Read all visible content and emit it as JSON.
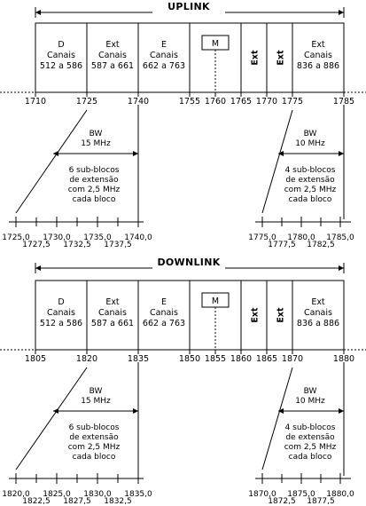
{
  "sections": [
    {
      "title": "UPLINK",
      "blocks": [
        {
          "name": "D",
          "line2": "Canais",
          "line3": "512 a 586"
        },
        {
          "name": "Ext",
          "line2": "Canais",
          "line3": "587 a 661"
        },
        {
          "name": "E",
          "line2": "Canais",
          "line3": "662 a 763"
        },
        {
          "name": "M"
        },
        {
          "name": "Ext"
        },
        {
          "name": "Ext"
        },
        {
          "name": "Ext",
          "line2": "Canais",
          "line3": "836 a 886"
        }
      ],
      "freq_ticks": [
        "1710",
        "1725",
        "1740",
        "1755",
        "1760",
        "1765",
        "1770",
        "1775",
        "1785"
      ],
      "left_detail": {
        "bw_label": "BW",
        "bw_value": "15 MHz",
        "desc": [
          "6 sub-blocos",
          "de extensão",
          "com 2,5 MHz",
          "cada bloco"
        ],
        "top_ticks": [
          "1725,0",
          "1730,0",
          "1735,0",
          "1740,0"
        ],
        "bottom_ticks": [
          "1727,5",
          "1732,5",
          "1737,5"
        ]
      },
      "right_detail": {
        "bw_label": "BW",
        "bw_value": "10 MHz",
        "desc": [
          "4 sub-blocos",
          "de extensão",
          "com 2,5 MHz",
          "cada bloco"
        ],
        "top_ticks": [
          "1775,0",
          "1780,0",
          "1785,0"
        ],
        "bottom_ticks": [
          "1777,5",
          "1782,5"
        ]
      }
    },
    {
      "title": "DOWNLINK",
      "blocks": [
        {
          "name": "D",
          "line2": "Canais",
          "line3": "512 a 586"
        },
        {
          "name": "Ext",
          "line2": "Canais",
          "line3": "587 a 661"
        },
        {
          "name": "E",
          "line2": "Canais",
          "line3": "662 a 763"
        },
        {
          "name": "M"
        },
        {
          "name": "Ext"
        },
        {
          "name": "Ext"
        },
        {
          "name": "Ext",
          "line2": "Canais",
          "line3": "836 a 886"
        }
      ],
      "freq_ticks": [
        "1805",
        "1820",
        "1835",
        "1850",
        "1855",
        "1860",
        "1865",
        "1870",
        "1880"
      ],
      "left_detail": {
        "bw_label": "BW",
        "bw_value": "15 MHz",
        "desc": [
          "6 sub-blocos",
          "de extensão",
          "com 2,5 MHz",
          "cada bloco"
        ],
        "top_ticks": [
          "1820,0",
          "1825,0",
          "1830,0",
          "1835,0"
        ],
        "bottom_ticks": [
          "1822,5",
          "1827,5",
          "1832,5"
        ]
      },
      "right_detail": {
        "bw_label": "BW",
        "bw_value": "10 MHz",
        "desc": [
          "4 sub-blocos",
          "de extensão",
          "com 2,5 MHz",
          "cada bloco"
        ],
        "top_ticks": [
          "1870,0",
          "1875,0",
          "1880,0"
        ],
        "bottom_ticks": [
          "1872,5",
          "1877,5"
        ]
      }
    }
  ]
}
